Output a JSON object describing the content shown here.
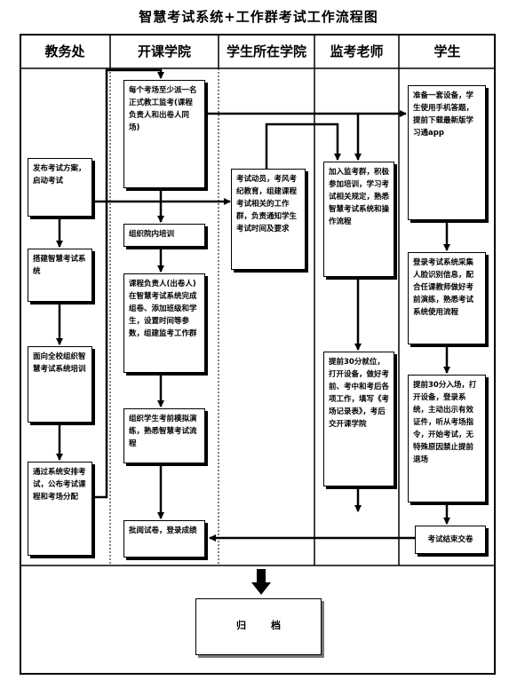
{
  "title": "智慧考试系统+工作群考试工作流程图",
  "columns": [
    "教务处",
    "开课学院",
    "学生所在学院",
    "监考老师",
    "学生"
  ],
  "boxes": {
    "jwc_1": "发布考试方案，启动考试",
    "jwc_2": "搭建智慧考试系统",
    "jwc_3": "面向全校组织智慧考试系统培训",
    "jwc_4": "通过系统安排考试，公布考试课程和考场分配",
    "kk_1": "每个考场至少派一名正式教工监考(课程负责人和出卷人同场)",
    "kk_2": "组织院内培训",
    "kk_3": "课程负责人(出卷人)在智慧考试系统完成组卷、添加班级和学生，设置时间等参数，组建监考工作群",
    "kk_4": "组织学生考前模拟演练，熟悉智慧考试流程",
    "kk_5": "批阅试卷，登录成绩",
    "xs_1": "考试动员，考风考纪教育，组建课程考试相关的工作群，负责通知学生考试时间及要求",
    "jk_1": "加入监考群，积极参加培训，学习考试相关规定，熟悉智慧考试系统和操作流程",
    "jk_2": "提前30分就位，打开设备，做好考前、考中和考后各项工作，填写《考场记录表》，考后交开课学院",
    "st_1": "准备一套设备，学生使用手机答题，提前下载最新版学习通app",
    "st_2": "登录考试系统采集人脸识别信息，配合任课教师做好考前演练，熟悉考试系统使用流程",
    "st_3": "提前30分入场，打开设备，登录系统，主动出示有效证件，听从考场指令，开始考试，无特殊原因禁止提前退场",
    "st_4": "考试结束交卷"
  },
  "archive": "归档"
}
